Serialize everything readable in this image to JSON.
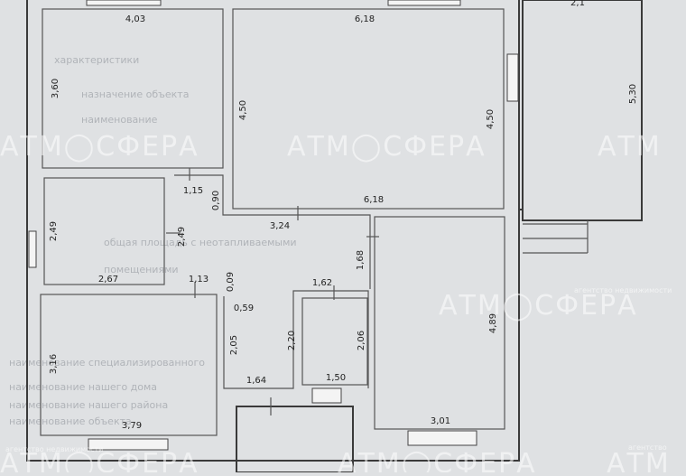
{
  "dimensions": {
    "top_left_room_width": "4,03",
    "top_left_room_height": "3,60",
    "top_right_room_width": "6,18",
    "top_right_room_height_left": "4,50",
    "top_right_room_height_right": "4,50",
    "top_right_room_width_bottom": "6,18",
    "far_right_height": "5,30",
    "far_right_top": "2,1",
    "mid_left_room_height": "2,49",
    "mid_left_room_height_inner": "2,49",
    "mid_left_room_width": "2,67",
    "passage_width": "1,15",
    "passage_height": "0,90",
    "hall_width": "3,24",
    "hall_height": "1,68",
    "bottom_left_room_height": "3,16",
    "bottom_left_room_width": "3,79",
    "bottom_left_top": "1,13",
    "bath_top": "0,09",
    "bath_offset": "0,59",
    "bath_height": "2,05",
    "bath_height_inner": "2,20",
    "bath_width": "1,64",
    "wc_width_top": "1,62",
    "wc_height": "2,06",
    "wc_width": "1,50",
    "bottom_right_room_height": "4,89",
    "bottom_right_room_width": "3,01"
  },
  "watermarks": {
    "brand": "АТМ◯СФЕРА",
    "agency": "агентство недвижимости",
    "brand_corner": "АТМ",
    "agency_corner": "агентство"
  },
  "background_text": [
    "характеристики",
    "назначение объекта",
    "наименование",
    "общая площадь с неотапливаемыми",
    "помещениями",
    "наименование специализированного",
    "наименование нашего дома",
    "наименование нашего района",
    "наименование объекта"
  ],
  "colors": {
    "paper": "#dfe1e3",
    "wall": "#3a3a3a",
    "window": "#f4f4f4"
  }
}
